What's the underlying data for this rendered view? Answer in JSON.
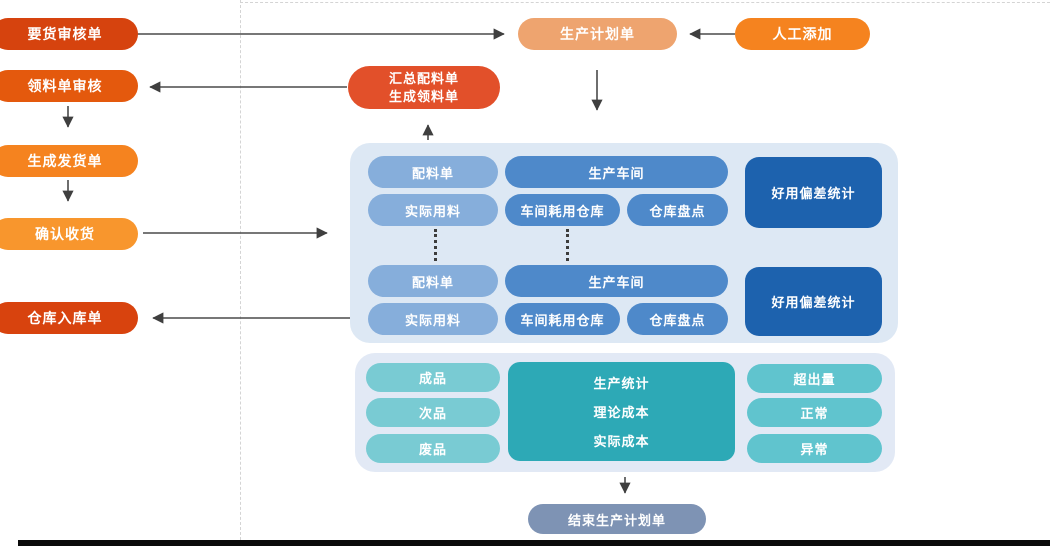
{
  "palette": {
    "demand_review": "#d6430e",
    "picking_review": "#e4590d",
    "create_delivery": "#f5831f",
    "confirm_receipt": "#f8962d",
    "warehouse_inbound": "#d8430e",
    "production_plan": "#eea46f",
    "manual_add": "#f5821f",
    "summary_note": "#e2502a",
    "panel_bg": "#dde8f4",
    "pill_light_blue": "#86aedb",
    "pill_medium_blue": "#4e89ca",
    "deviation_dark_blue": "#1d62ae",
    "teal_light": "#79cbd3",
    "teal_medium": "#60c4ce",
    "teal_box": "#2da9b6",
    "end_node": "#7e93b4"
  },
  "left_flow": {
    "demand_review": "要货审核单",
    "picking_review": "领料单审核",
    "create_delivery": "生成发货单",
    "confirm_receipt": "确认收货",
    "warehouse_inbound": "仓库入库单"
  },
  "top_flow": {
    "production_plan": "生产计划单",
    "manual_add": "人工添加",
    "summary_line1": "汇总配料单",
    "summary_line2": "生成领料单"
  },
  "workshop_panel": {
    "groups": [
      {
        "bom": "配料单",
        "actual_usage": "实际用料",
        "workshop": "生产车间",
        "workshop_consume_store": "车间耗用仓库",
        "stocktake": "仓库盘点",
        "deviation_stats": "好用偏差统计"
      },
      {
        "bom": "配料单",
        "actual_usage": "实际用料",
        "workshop": "生产车间",
        "workshop_consume_store": "车间耗用仓库",
        "stocktake": "仓库盘点",
        "deviation_stats": "好用偏差统计"
      }
    ]
  },
  "stats_panel": {
    "left": [
      "成品",
      "次品",
      "废品"
    ],
    "center": [
      "生产统计",
      "理论成本",
      "实际成本"
    ],
    "right": [
      "超出量",
      "正常",
      "异常"
    ]
  },
  "end_flow": {
    "end_plan": "结束生产计划单"
  }
}
